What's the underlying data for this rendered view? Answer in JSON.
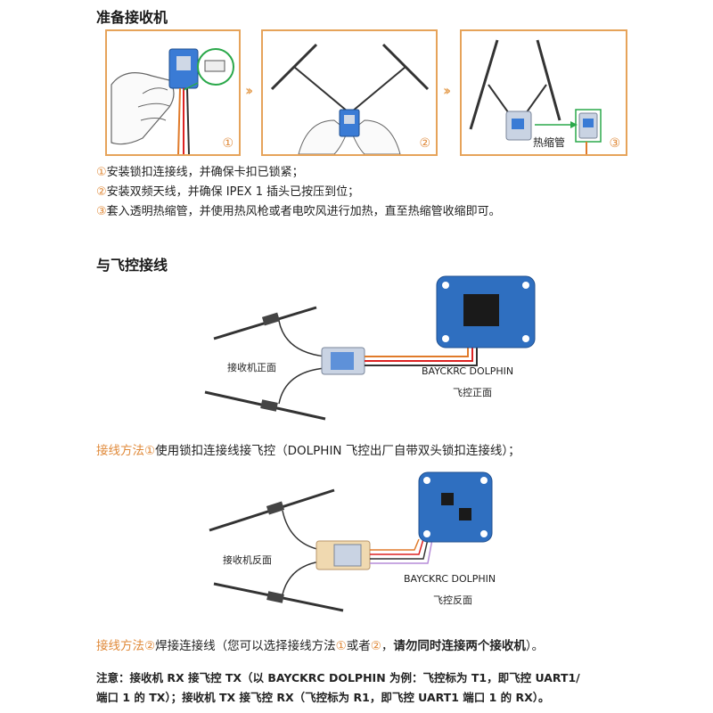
{
  "section1": {
    "title": "准备接收机",
    "panels": [
      {
        "marker": "①"
      },
      {
        "marker": "②"
      },
      {
        "marker": "③",
        "shrink_tube_label": "热缩管"
      }
    ],
    "chevrons": "››",
    "steps": [
      {
        "num": "①",
        "text": "安装锁扣连接线，并确保卡扣已锁紧；"
      },
      {
        "num": "②",
        "text": "安装双频天线，并确保 IPEX 1 插头已按压到位；"
      },
      {
        "num": "③",
        "text": "套入透明热缩管，并使用热风枪或者电吹风进行加热，直至热缩管收缩即可。"
      }
    ]
  },
  "section2": {
    "title": "与飞控接线",
    "diagram1": {
      "receiver_label": "接收机正面",
      "fc_name": "BAYCKRC DOLPHIN",
      "fc_side": "飞控正面"
    },
    "method1": {
      "prefix": "接线方法",
      "num": "①",
      "text": "使用锁扣连接线接飞控（DOLPHIN 飞控出厂自带双头锁扣连接线）；"
    },
    "diagram2": {
      "receiver_label": "接收机反面",
      "fc_name": "BAYCKRC DOLPHIN",
      "fc_side": "飞控反面"
    },
    "method2": {
      "prefix": "接线方法",
      "num": "②",
      "text_a": "焊接连接线（您可以选择接线方法",
      "num_a": "①",
      "text_b": "或者",
      "num_b": "②",
      "text_c": "，",
      "warning": "请勿同时连接两个接收机",
      "text_d": "）。"
    }
  },
  "note": {
    "line1": "注意：接收机 RX 接飞控 TX（以 BAYCKRC DOLPHIN 为例：飞控标为 T1，即飞控 UART1/",
    "line2": "端口 1 的 TX）；接收机 TX 接飞控 RX（飞控标为 R1，即飞控 UART1 端口 1 的 RX）。"
  },
  "colors": {
    "accent": "#e08a3a",
    "panel_border": "#e6a35a",
    "board_blue": "#2f6fc0",
    "receiver_grey": "#a9b3c4"
  }
}
